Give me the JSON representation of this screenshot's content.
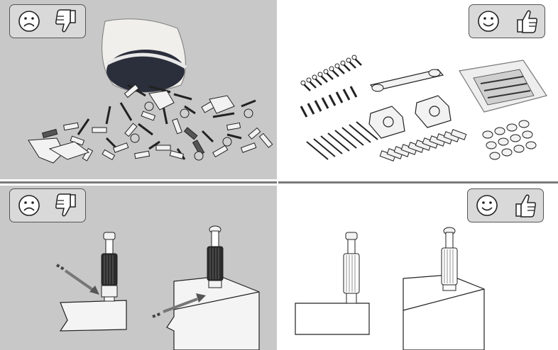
{
  "panels": [
    {
      "id": "loose-hardware",
      "verdict": "bad",
      "verdict_icons": [
        "sad-face-icon",
        "thumbs-down-icon"
      ]
    },
    {
      "id": "sorted-hardware",
      "verdict": "good",
      "verdict_icons": [
        "smiley-face-icon",
        "thumbs-up-icon"
      ]
    },
    {
      "id": "dowel-install-wrong",
      "verdict": "bad",
      "verdict_icons": [
        "sad-face-icon",
        "thumbs-down-icon"
      ]
    },
    {
      "id": "dowel-install-right",
      "verdict": "good",
      "verdict_icons": [
        "smiley-face-icon",
        "thumbs-up-icon"
      ]
    }
  ],
  "colors": {
    "bad_panel_bg": "#c8c8c8",
    "good_panel_bg": "#ffffff",
    "separator": "#7a7a7a",
    "badge_bg": "#d9d9d9"
  }
}
